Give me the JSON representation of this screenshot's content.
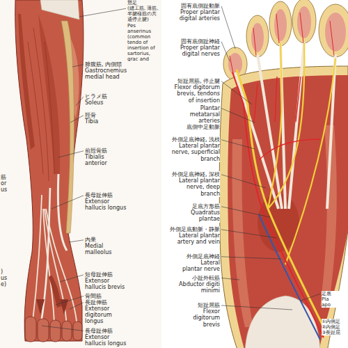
{
  "diagram": {
    "labels": [
      "鵞足",
      "(縫工筋, 薄筋, 半腱様筋の共通停止腱)",
      "Pes anserinus (common tendo of insertion of sartorius, grac and semitendi",
      "腓腹筋, 内側頭",
      "Gastrocnemius medial head",
      "ヒラメ筋",
      "Soleus",
      "脛骨",
      "Tibia",
      "前脛骨筋",
      "Tibialis anterior",
      "長母趾伸筋",
      "Extensor hallucis longus",
      "内果",
      "Medial malleolus",
      "短母趾伸筋",
      "Extensor hallucis brevis",
      "骨間筋",
      "長趾伸筋",
      "Extensor digitorum longus",
      "長母趾伸筋",
      "Extensor hallucis longus",
      "筋",
      "or",
      "us",
      ")",
      "us",
      "e)",
      "固有底側趾動脈",
      "Proper plantar digital arteries",
      "固有底側趾神経",
      "Proper plantar digital nerves",
      "短趾屈筋, 停止腱",
      "Flexor digitorum brevis, tendons of insertion",
      "Plantar metatarsal arteries",
      "底側中足動脈",
      "外側足底神経, 浅枝",
      "Lateral plantar nerve, superficial branch",
      "外側足底神経, 深枝",
      "Lateral plantar nerve, deep branch",
      "足底方形筋",
      "Quadratus plantae",
      "外側足底動脈・静脈",
      "Lateral plantar artery and vein",
      "外側足底神経",
      "Lateral plantar nerve",
      "小趾外転筋",
      "Abductor digiti minimi",
      "短趾屈筋",
      "Flexor digitorum brevis",
      "足底",
      "Pla",
      "apo",
      "①内側足",
      "②内側足",
      "③長趾屈"
    ]
  }
}
